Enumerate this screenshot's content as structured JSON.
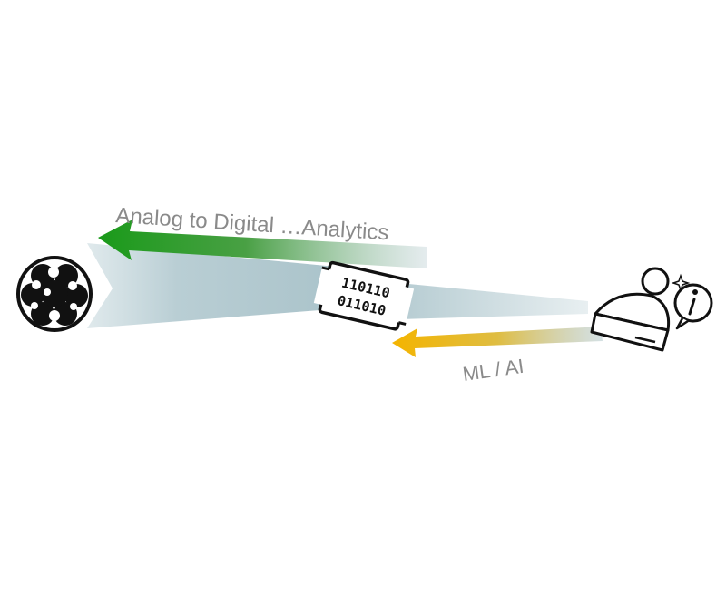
{
  "diagram": {
    "top_arrow_label": "Analog to Digital …Analytics",
    "bottom_arrow_label": "ML / AI",
    "binary_lines": [
      "110110",
      "011010"
    ],
    "colors": {
      "green_arrow": "#1e9a1e",
      "yellow_arrow": "#f2b400",
      "band": "#b8cdd3",
      "label_text": "#8a8a8a"
    },
    "icons": {
      "left": "molecule-icon",
      "middle": "binary-data-icon",
      "right": "user-with-info-icon"
    }
  }
}
